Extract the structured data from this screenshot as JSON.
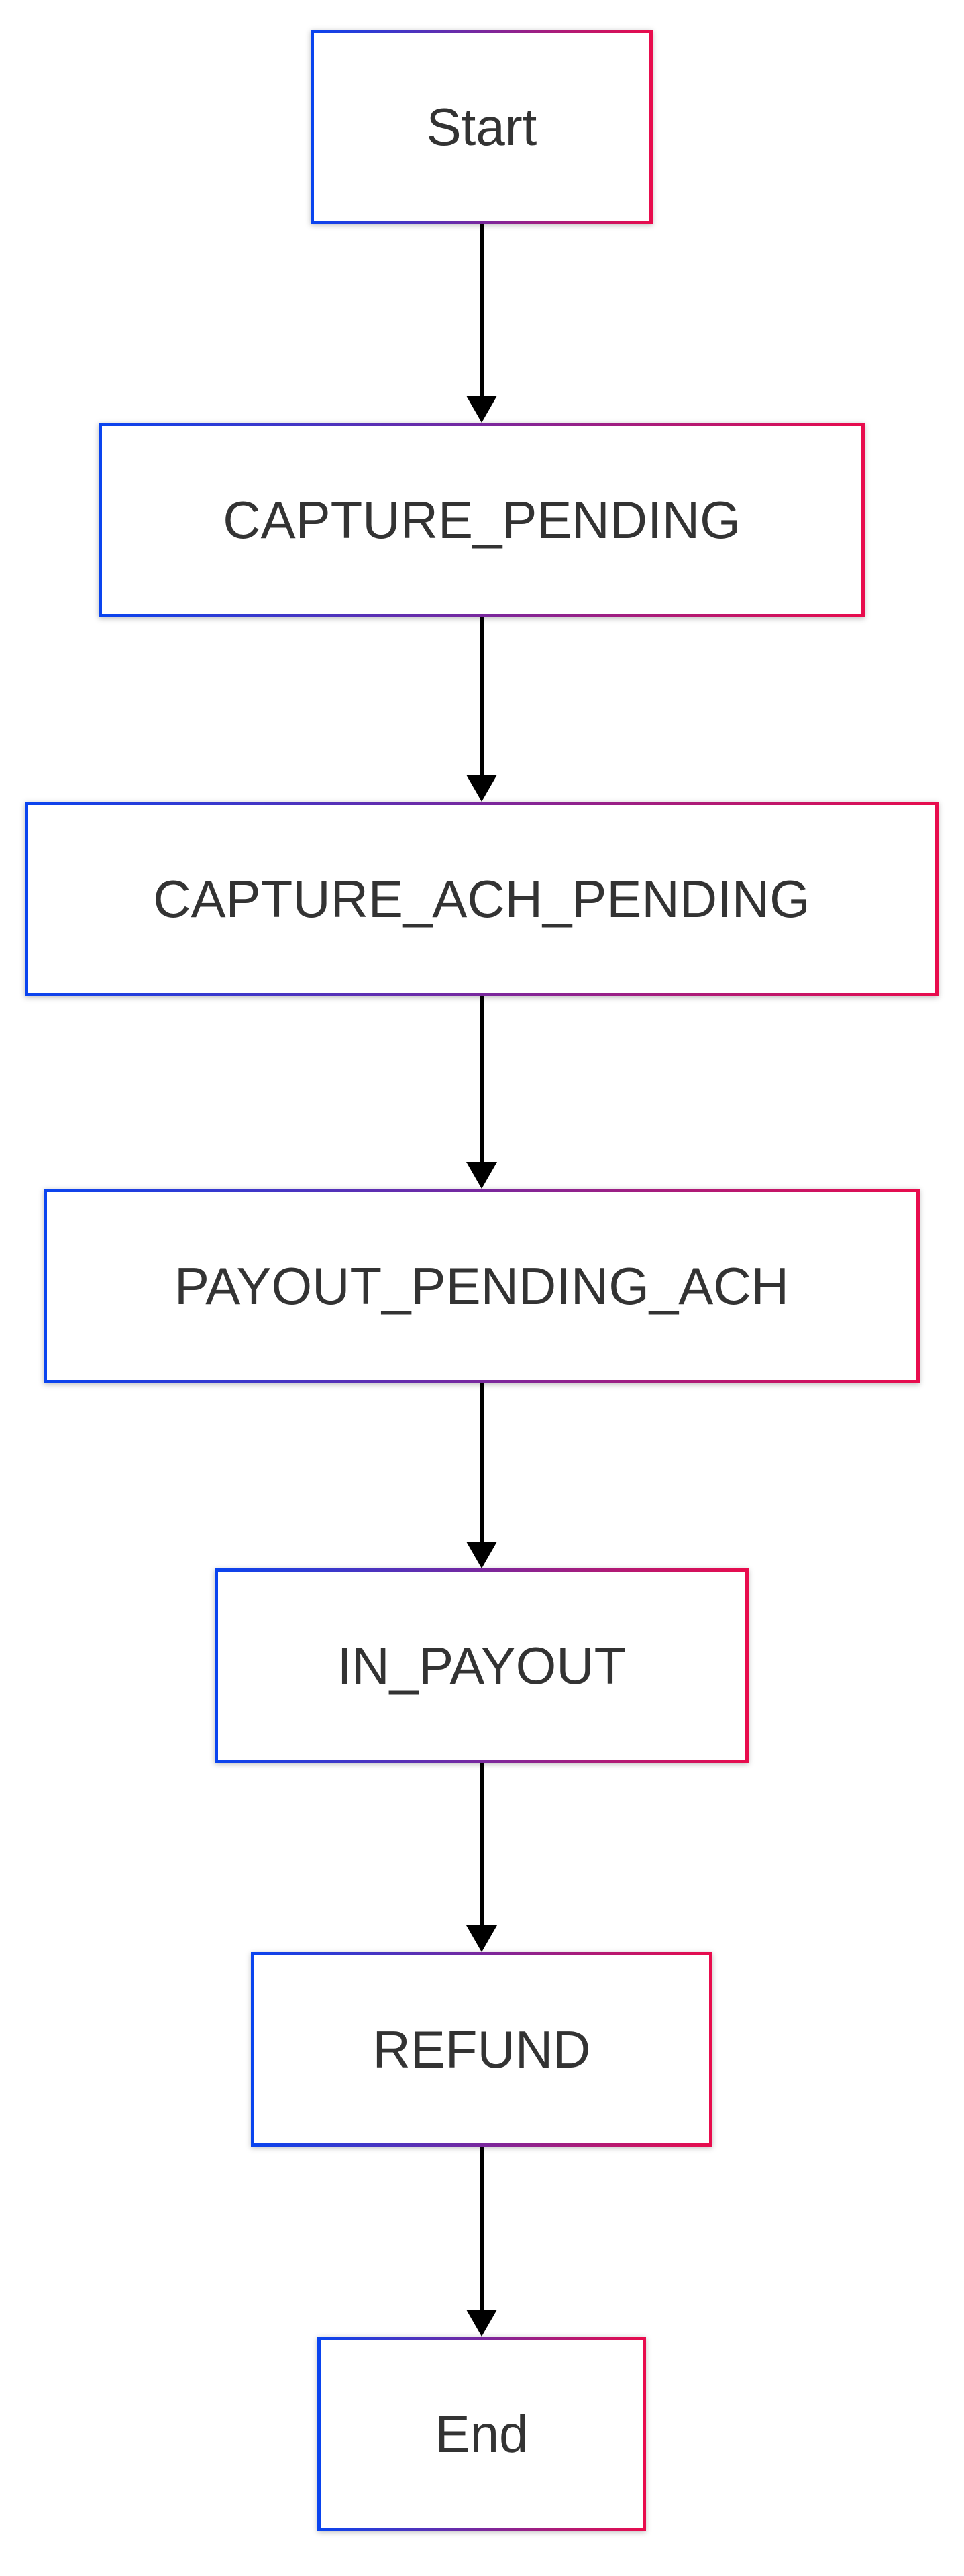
{
  "diagram": {
    "type": "flowchart",
    "direction": "top-down",
    "nodes": [
      {
        "id": "start",
        "label": "Start"
      },
      {
        "id": "capture_pending",
        "label": "CAPTURE_PENDING"
      },
      {
        "id": "capture_ach_pending",
        "label": "CAPTURE_ACH_PENDING"
      },
      {
        "id": "payout_pending_ach",
        "label": "PAYOUT_PENDING_ACH"
      },
      {
        "id": "in_payout",
        "label": "IN_PAYOUT"
      },
      {
        "id": "refund",
        "label": "REFUND"
      },
      {
        "id": "end",
        "label": "End"
      }
    ],
    "edges": [
      {
        "from": "start",
        "to": "capture_pending"
      },
      {
        "from": "capture_pending",
        "to": "capture_ach_pending"
      },
      {
        "from": "capture_ach_pending",
        "to": "payout_pending_ach"
      },
      {
        "from": "payout_pending_ach",
        "to": "in_payout"
      },
      {
        "from": "in_payout",
        "to": "refund"
      },
      {
        "from": "refund",
        "to": "end"
      }
    ],
    "icons": {
      "edge_arrowhead": "arrow-down-triangle"
    },
    "colors": {
      "gradient_left": "#0a44ef",
      "gradient_right": "#e80c4d",
      "arrow": "#000000",
      "text": "#333333",
      "node_fill": "#ffffff",
      "page_bg": "#ffffff"
    }
  }
}
